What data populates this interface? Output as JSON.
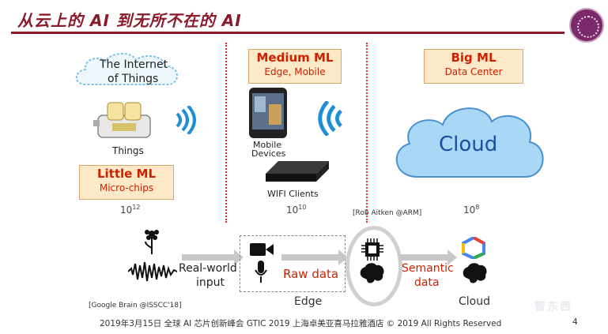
{
  "header": {
    "title": "从云上的 AI 到无所不在的 AI"
  },
  "left": {
    "internet_label_1": "The Internet",
    "internet_label_2": "of Things",
    "things_label": "Things",
    "box_main": "Little ML",
    "box_sub": "Micro-chips",
    "count": "10",
    "count_exp": "12"
  },
  "middle": {
    "box_main": "Medium ML",
    "box_sub": "Edge, Mobile",
    "mobile_label_1": "Mobile",
    "mobile_label_2": "Devices",
    "wifi_label": "WIFI Clients",
    "count": "10",
    "count_exp": "10"
  },
  "right": {
    "box_main": "Big ML",
    "box_sub": "Data Center",
    "cloud_label": "Cloud",
    "count": "10",
    "count_exp": "8",
    "credit": "[Rob Aitken @ARM]"
  },
  "pipeline": {
    "realworld_1": "Real-world",
    "realworld_2": "input",
    "raw_data": "Raw data",
    "semantic_1": "Semantic",
    "semantic_2": "data",
    "edge_label": "Edge",
    "cloud_label": "Cloud",
    "credit": "[Google Brain @ISSCC'18]"
  },
  "footer": {
    "text": "2019年3月15日 全球 AI 芯片创新峰会 GTIC 2019 上海卓美亚喜马拉雅酒店 © 2019 All Rights Reserved",
    "page": "4",
    "watermark": "智东西"
  },
  "colors": {
    "title": "#8b1a2b",
    "accent_red": "#cc2200",
    "box_fill": "#fde8c8",
    "cloud_fill": "#a9d8f7"
  }
}
